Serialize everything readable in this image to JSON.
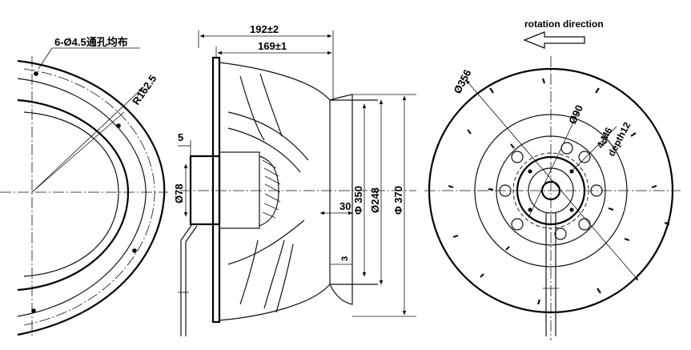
{
  "front_view": {
    "holes_label": "6-Ø4.5通孔均布",
    "radius_label": "R162.5"
  },
  "side_view": {
    "overall_length": "192±2",
    "body_length": "169±1",
    "flange_offset": "5",
    "hub_diameter": "Ø78",
    "dim_30": "30",
    "dim_3": "3",
    "dim_350": "Φ 350",
    "dim_248": "Ø248",
    "dim_370": "Φ 370"
  },
  "rear_view": {
    "rotation_label": "rotation direction",
    "impeller_diameter": "Ø356",
    "hub_bolt_circle": "Ø90",
    "thread_spec": "4-M6",
    "thread_depth": "depth12"
  },
  "colors": {
    "line": "#111111",
    "background": "#ffffff"
  }
}
